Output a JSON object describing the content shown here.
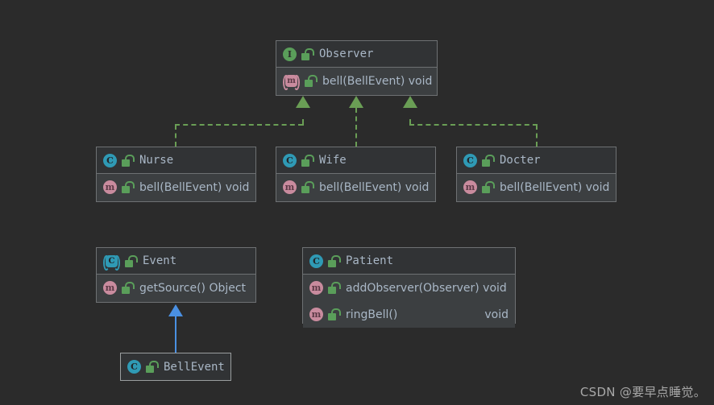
{
  "diagram": {
    "title": "Observer pattern UML class diagram",
    "background_color": "#2b2b2b",
    "header_color": "#313335",
    "body_color": "#3c3f41",
    "border_color": "#6e7173",
    "text_color": "#a9b7c6",
    "realization_color": "#6a9e55",
    "generalization_color": "#4a90e2"
  },
  "icons": {
    "interface": "I",
    "class": "C",
    "method": "m",
    "lock": "public-unlocked-padlock-icon"
  },
  "nodes": {
    "observer": {
      "name": "Observer",
      "stereotype": "interface",
      "members": [
        {
          "label": "bell(BellEvent) void",
          "kind": "method",
          "abstract": true
        }
      ]
    },
    "nurse": {
      "name": "Nurse",
      "stereotype": "class",
      "members": [
        {
          "label": "bell(BellEvent) void",
          "kind": "method",
          "abstract": false
        }
      ]
    },
    "wife": {
      "name": "Wife",
      "stereotype": "class",
      "members": [
        {
          "label": "bell(BellEvent) void",
          "kind": "method",
          "abstract": false
        }
      ]
    },
    "docter": {
      "name": "Docter",
      "stereotype": "class",
      "members": [
        {
          "label": "bell(BellEvent) void",
          "kind": "method",
          "abstract": false
        }
      ]
    },
    "event": {
      "name": "Event",
      "stereotype": "abstract-class",
      "members": [
        {
          "label": "getSource() Object",
          "kind": "method",
          "abstract": false
        }
      ]
    },
    "patient": {
      "name": "Patient",
      "stereotype": "class",
      "members": [
        {
          "label": "addObserver(Observer) void",
          "kind": "method",
          "abstract": false
        },
        {
          "label": "ringBell()",
          "return": "void",
          "kind": "method",
          "abstract": false
        }
      ]
    },
    "bellevent": {
      "name": "BellEvent",
      "stereotype": "class",
      "selected": true,
      "members": []
    }
  },
  "edges": [
    {
      "from": "Nurse",
      "to": "Observer",
      "type": "realization",
      "style": "dashed",
      "color": "#6a9e55"
    },
    {
      "from": "Wife",
      "to": "Observer",
      "type": "realization",
      "style": "dashed",
      "color": "#6a9e55"
    },
    {
      "from": "Docter",
      "to": "Observer",
      "type": "realization",
      "style": "dashed",
      "color": "#6a9e55"
    },
    {
      "from": "BellEvent",
      "to": "Event",
      "type": "generalization",
      "style": "solid",
      "color": "#4a90e2"
    }
  ],
  "watermark": {
    "text": "CSDN @要早点睡觉。"
  }
}
